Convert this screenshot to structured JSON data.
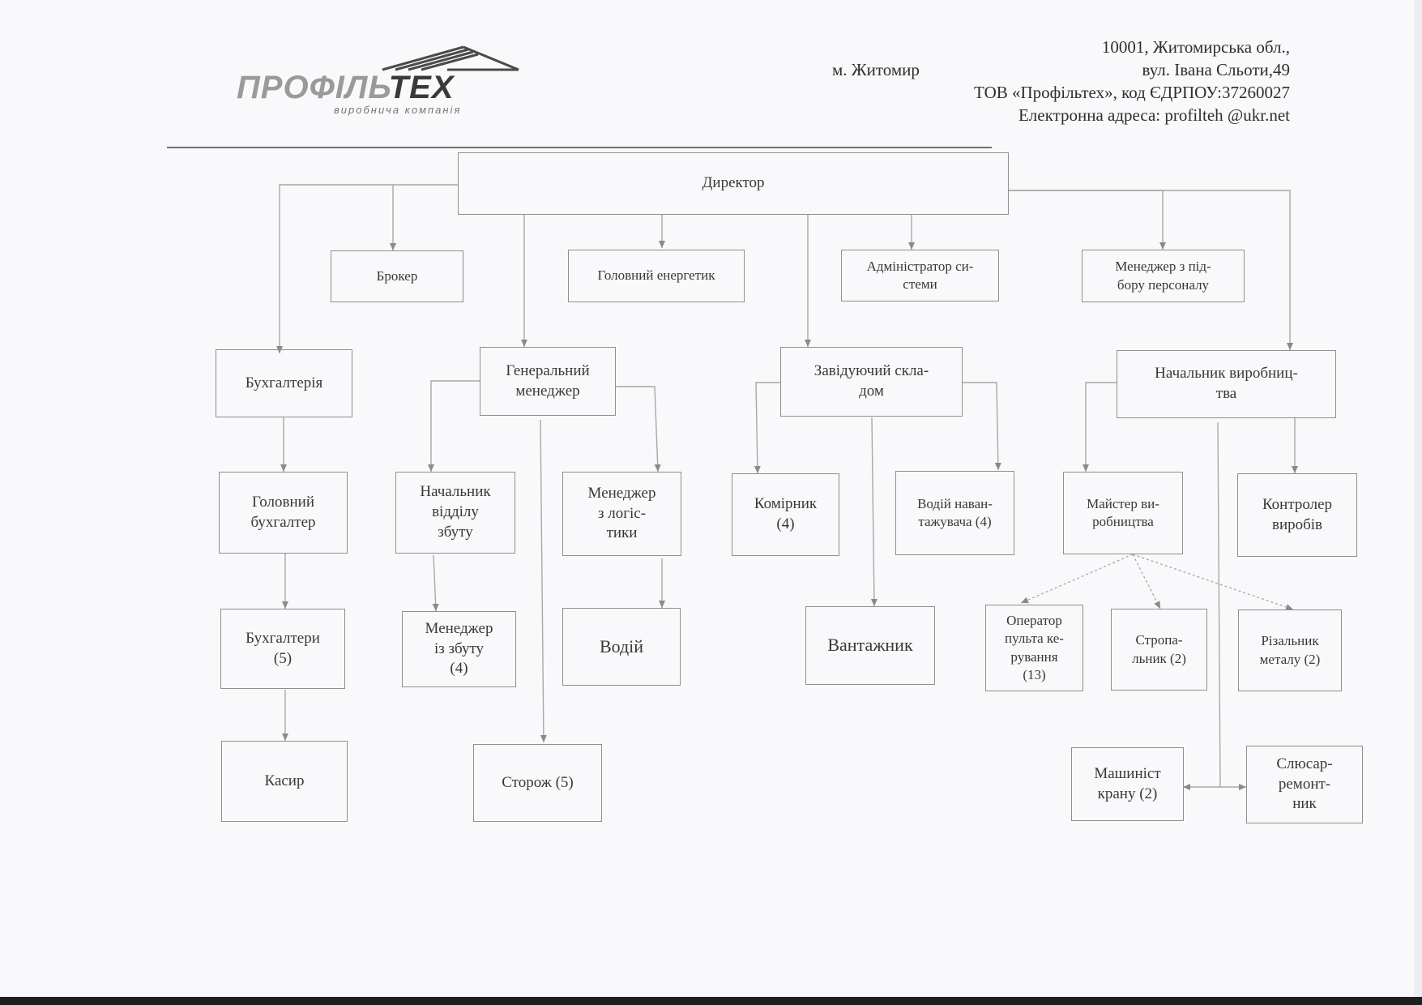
{
  "header": {
    "logo": {
      "word_part1": "ПРОФІЛЬ",
      "word_part2": "ТЕХ",
      "tagline": "виробнича компанія"
    },
    "address": {
      "line1": "10001, Житомирська обл.,",
      "city": "м. Житомир",
      "street": "вул. Івана Сльоти,49",
      "company": "ТОВ «Профільтех», код ЄДРПОУ:37260027",
      "email": "Електронна адреса:  profilteh @ukr.net"
    }
  },
  "diagram": {
    "director": "Директор",
    "broker": "Брокер",
    "chief_energy": "Головний енергетик",
    "sysadmin": "Адміністратор си-\nстеми",
    "hr_manager": "Менеджер з під-\nбору персоналу",
    "accounting": "Бухгалтерія",
    "general_manager": "Генеральний\nменеджер",
    "warehouse_head": "Завідуючий скла-\nдом",
    "production_head": "Начальник виробниц-\nтва",
    "chief_accountant": "Головний\nбухгалтер",
    "sales_head": "Начальник\nвідділу\nзбуту",
    "logistics_manager": "Менеджер\nз логіс-\nтики",
    "storekeeper": "Комірник\n(4)",
    "loader_driver": "Водій наван-\nтажувача (4)",
    "production_master": "Майстер ви-\nробництва",
    "product_controller": "Контролер\nвиробів",
    "accountants": "Бухгалтери\n(5)",
    "sales_managers": "Менеджер\nіз збуту\n(4)",
    "driver": "Водій",
    "loader": "Вантажник",
    "panel_operator": "Оператор\nпульта ке-\nрування\n(13)",
    "slinger": "Стропа-\nльник (2)",
    "metal_cutter": "Різальник\nметалу (2)",
    "cashier": "Касир",
    "watchman": "Сторож (5)",
    "crane_operator": "Машиніст\nкрану (2)",
    "repair_fitter": "Слюсар-\nремонт-\nник"
  }
}
